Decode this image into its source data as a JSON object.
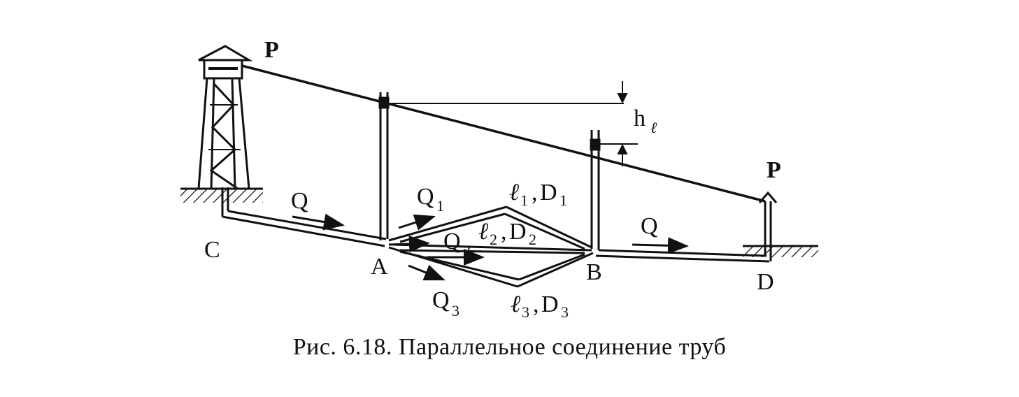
{
  "labels": {
    "P_left": "P",
    "P_right": "P",
    "h_main": "h",
    "h_sub": "ℓ",
    "C": "C",
    "A": "A",
    "B": "B",
    "D": "D",
    "Q_in": "Q",
    "Q_out": "Q",
    "Q1_main": "Q",
    "Q1_sub": "1",
    "Q2_main": "Q",
    "Q2_sub": "2",
    "Q3_main": "Q",
    "Q3_sub": "3",
    "pipe1_l": "ℓ",
    "pipe1_l_sub": "1",
    "pipe1_comma": ",",
    "pipe1_D": "D",
    "pipe1_D_sub": "1",
    "pipe2_l": "ℓ",
    "pipe2_l_sub": "2",
    "pipe2_comma": ",",
    "pipe2_D": "D",
    "pipe2_D_sub": "2",
    "pipe3_l": "ℓ",
    "pipe3_l_sub": "3",
    "pipe3_comma": ",",
    "pipe3_D": "D",
    "pipe3_D_sub": "3"
  },
  "caption": "Рис. 6.18. Параллельное соединение труб"
}
